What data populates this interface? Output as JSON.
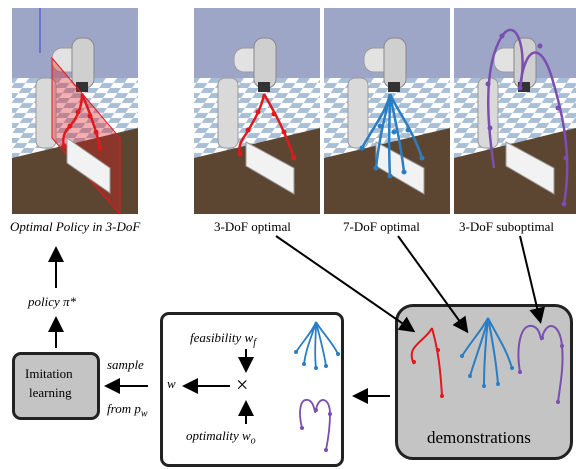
{
  "captions": {
    "panel1": "Optimal Policy in 3-DoF",
    "panel2": "3-DoF optimal",
    "panel3": "7-DoF optimal",
    "panel4": "3-DoF suboptimal"
  },
  "policy": {
    "label": "policy",
    "symbol": "π*"
  },
  "imitation": {
    "line1": "Imitation",
    "line2": "learning"
  },
  "sample": {
    "line1": "sample",
    "line2_prefix": "from ",
    "line2_p": "p",
    "line2_sub": "w"
  },
  "weights": {
    "w": "w",
    "times": "×",
    "feasibility": "feasibility",
    "feasibility_w": "w",
    "feasibility_sub": "f",
    "optimality": "optimality",
    "optimality_w": "w",
    "optimality_sub": "o"
  },
  "demonstrations": {
    "label": "demonstrations"
  },
  "colors": {
    "red": "#e0191c",
    "blue": "#2a7ec4",
    "purple": "#7a4fb0",
    "box_fill": "#c4c4c4",
    "sky": "#9ea6c8",
    "floor_light": "#ffffff",
    "floor_dark": "#a9bfd6",
    "table": "#5c4632"
  }
}
